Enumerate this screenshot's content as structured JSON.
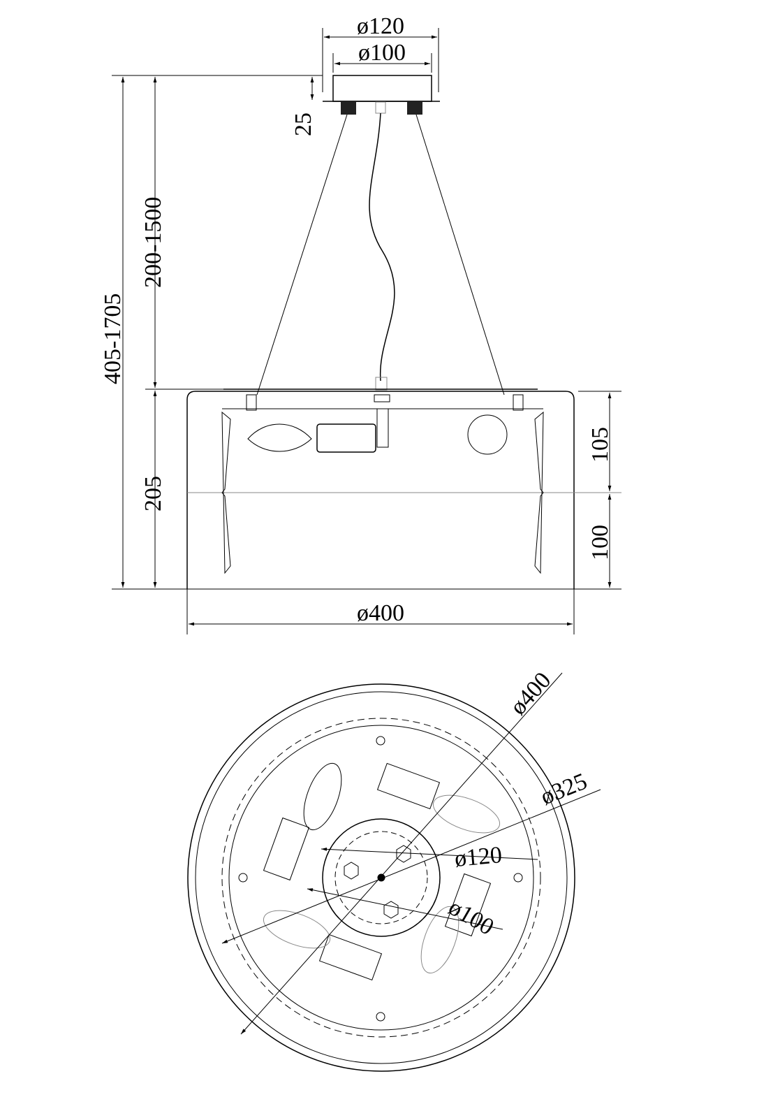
{
  "side_view": {
    "canopy_outer_dia": "ø120",
    "canopy_inner_dia": "ø100",
    "canopy_height": "25",
    "cable_length": "200-1500",
    "total_height": "405-1705",
    "shade_height": "205",
    "upper_height": "105",
    "lower_height": "100",
    "shade_dia": "ø400"
  },
  "bottom_view": {
    "outer_dia": "ø400",
    "ring_dia": "ø325",
    "canopy_outer_dia": "ø120",
    "canopy_inner_dia": "ø100"
  }
}
